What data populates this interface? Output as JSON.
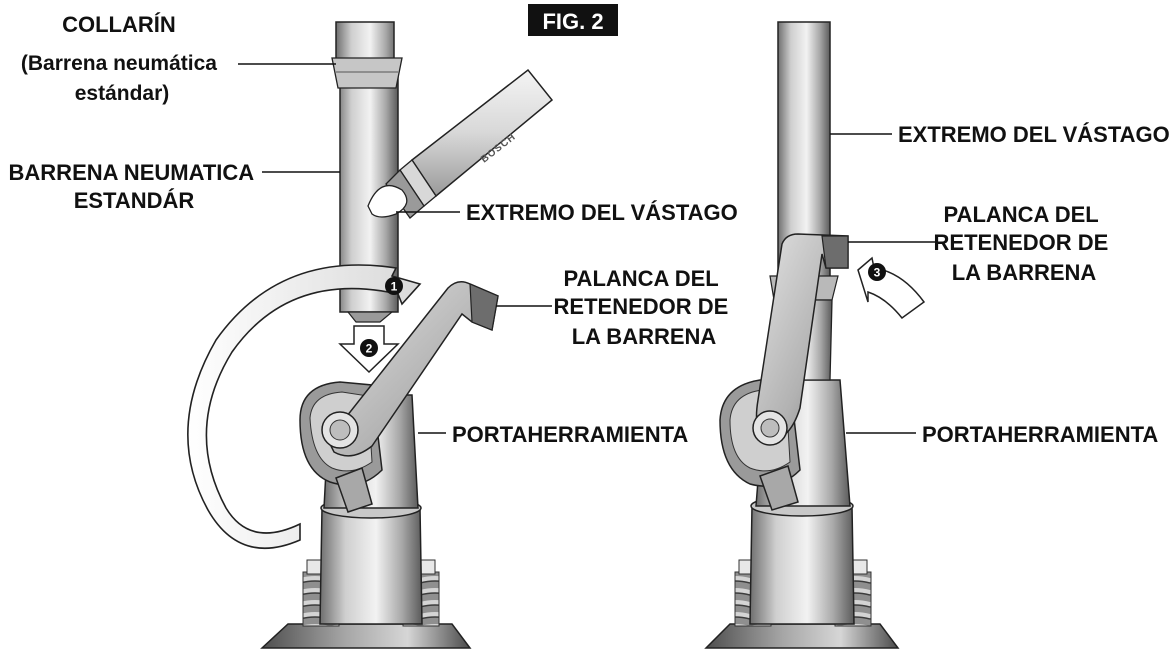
{
  "figure": {
    "number_label": "FIG. 2"
  },
  "left_view": {
    "collar_label": [
      "COLLARÍN",
      "(Barrena neumática",
      "estándar)"
    ],
    "bit_label": [
      "BARRENA NEUMATICA",
      "ESTANDÁR"
    ],
    "shank_label": "EXTREMO DEL VÁSTAGO",
    "lever_label": [
      "PALANCA DEL",
      "RETENEDOR DE",
      "LA BARRENA"
    ],
    "holder_label": "PORTAHERRAMIENTA",
    "step_markers": [
      "1",
      "2"
    ],
    "tube_brand": "BOSCH"
  },
  "right_view": {
    "shank_label": "EXTREMO DEL VÁSTAGO",
    "lever_label": [
      "PALANCA DEL",
      "RETENEDOR DE",
      "LA BARRENA"
    ],
    "holder_label": "PORTAHERRAMIENTA",
    "step_markers": [
      "3"
    ]
  }
}
